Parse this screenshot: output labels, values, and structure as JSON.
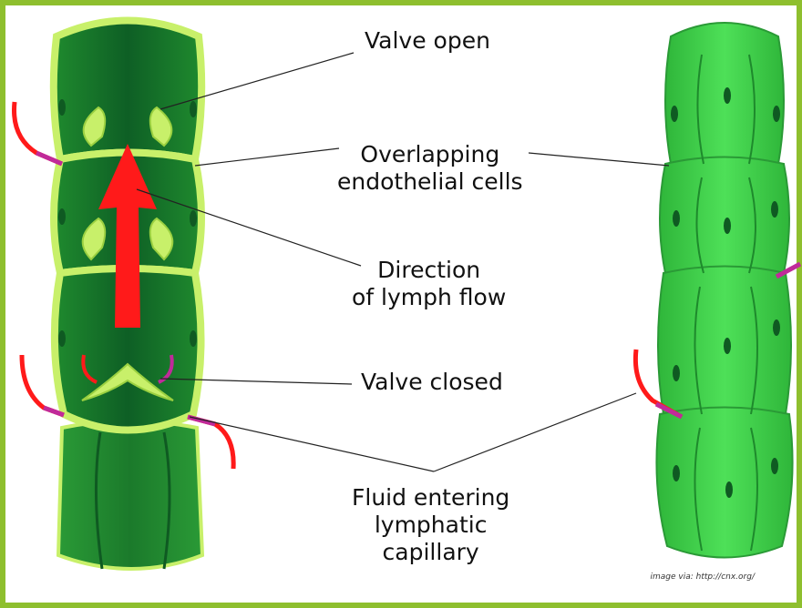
{
  "colors": {
    "border": "#8ebf2e",
    "vessel_dark": "#1e7a2c",
    "vessel_mid": "#2e9a3a",
    "cell_edge": "#c8f06a",
    "capillary": "#3ed14a",
    "nucleus": "#0f5a22",
    "arrow_red": "#ff1a1a",
    "arrow_magenta": "#c02a9a"
  },
  "labels": {
    "valve_open": "Valve open",
    "overlapping_line1": "Overlapping",
    "overlapping_line2": "endothelial cells",
    "direction_line1": "Direction",
    "direction_line2": "of lymph flow",
    "valve_closed": "Valve closed",
    "fluid_line1": "Fluid entering",
    "fluid_line2": "lymphatic",
    "fluid_line3": "capillary"
  },
  "credit": "image via: http://cnx.org/"
}
